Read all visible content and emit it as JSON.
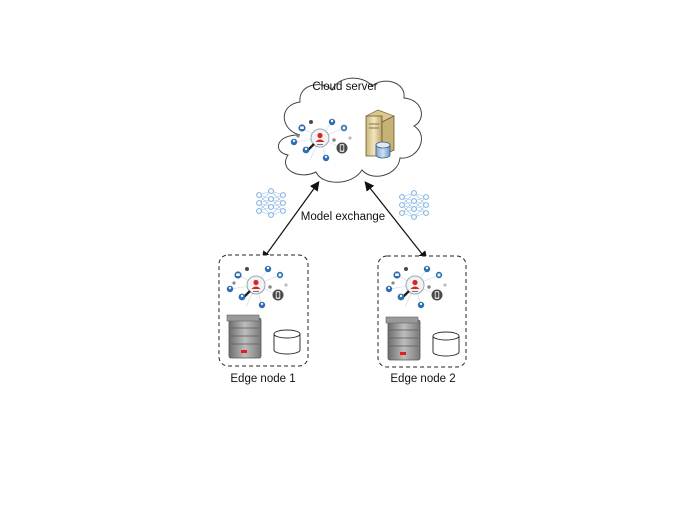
{
  "cloud": {
    "label": "Cloud server"
  },
  "link": {
    "label": "Model exchange"
  },
  "edge_nodes": [
    {
      "label": "Edge node 1"
    },
    {
      "label": "Edge node 2"
    }
  ],
  "colors": {
    "icon_blue": "#2f6fb0",
    "person_red": "#d62728",
    "server_gray": "#8a8a8a",
    "server_beige": "#e8d9a8",
    "nn_blue": "#8fb8e0",
    "led_red": "#e02020"
  }
}
